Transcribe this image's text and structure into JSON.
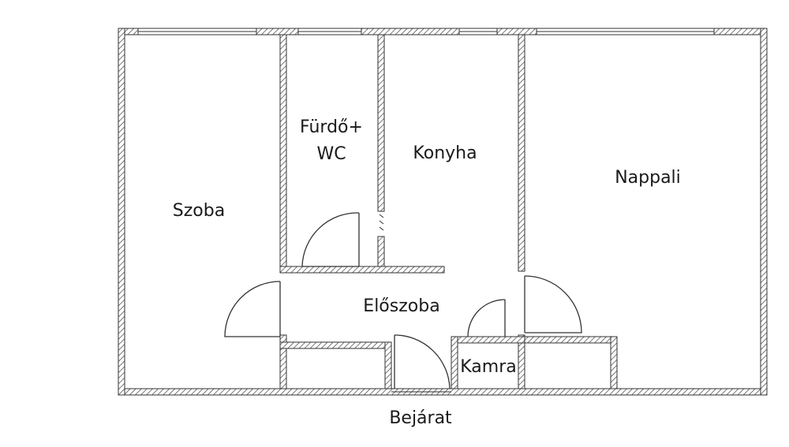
{
  "floorplan": {
    "rooms": {
      "szoba": "Szoba",
      "furdo_line1": "Fürdő+",
      "furdo_line2": "WC",
      "konyha": "Konyha",
      "nappali": "Nappali",
      "eloszoba": "Előszoba",
      "kamra": "Kamra"
    },
    "entrance": "Bejárat",
    "colors": {
      "wall_outline": "#333333",
      "wall_hatch": "#555555",
      "background": "#ffffff",
      "text": "#1a1a1a"
    }
  }
}
